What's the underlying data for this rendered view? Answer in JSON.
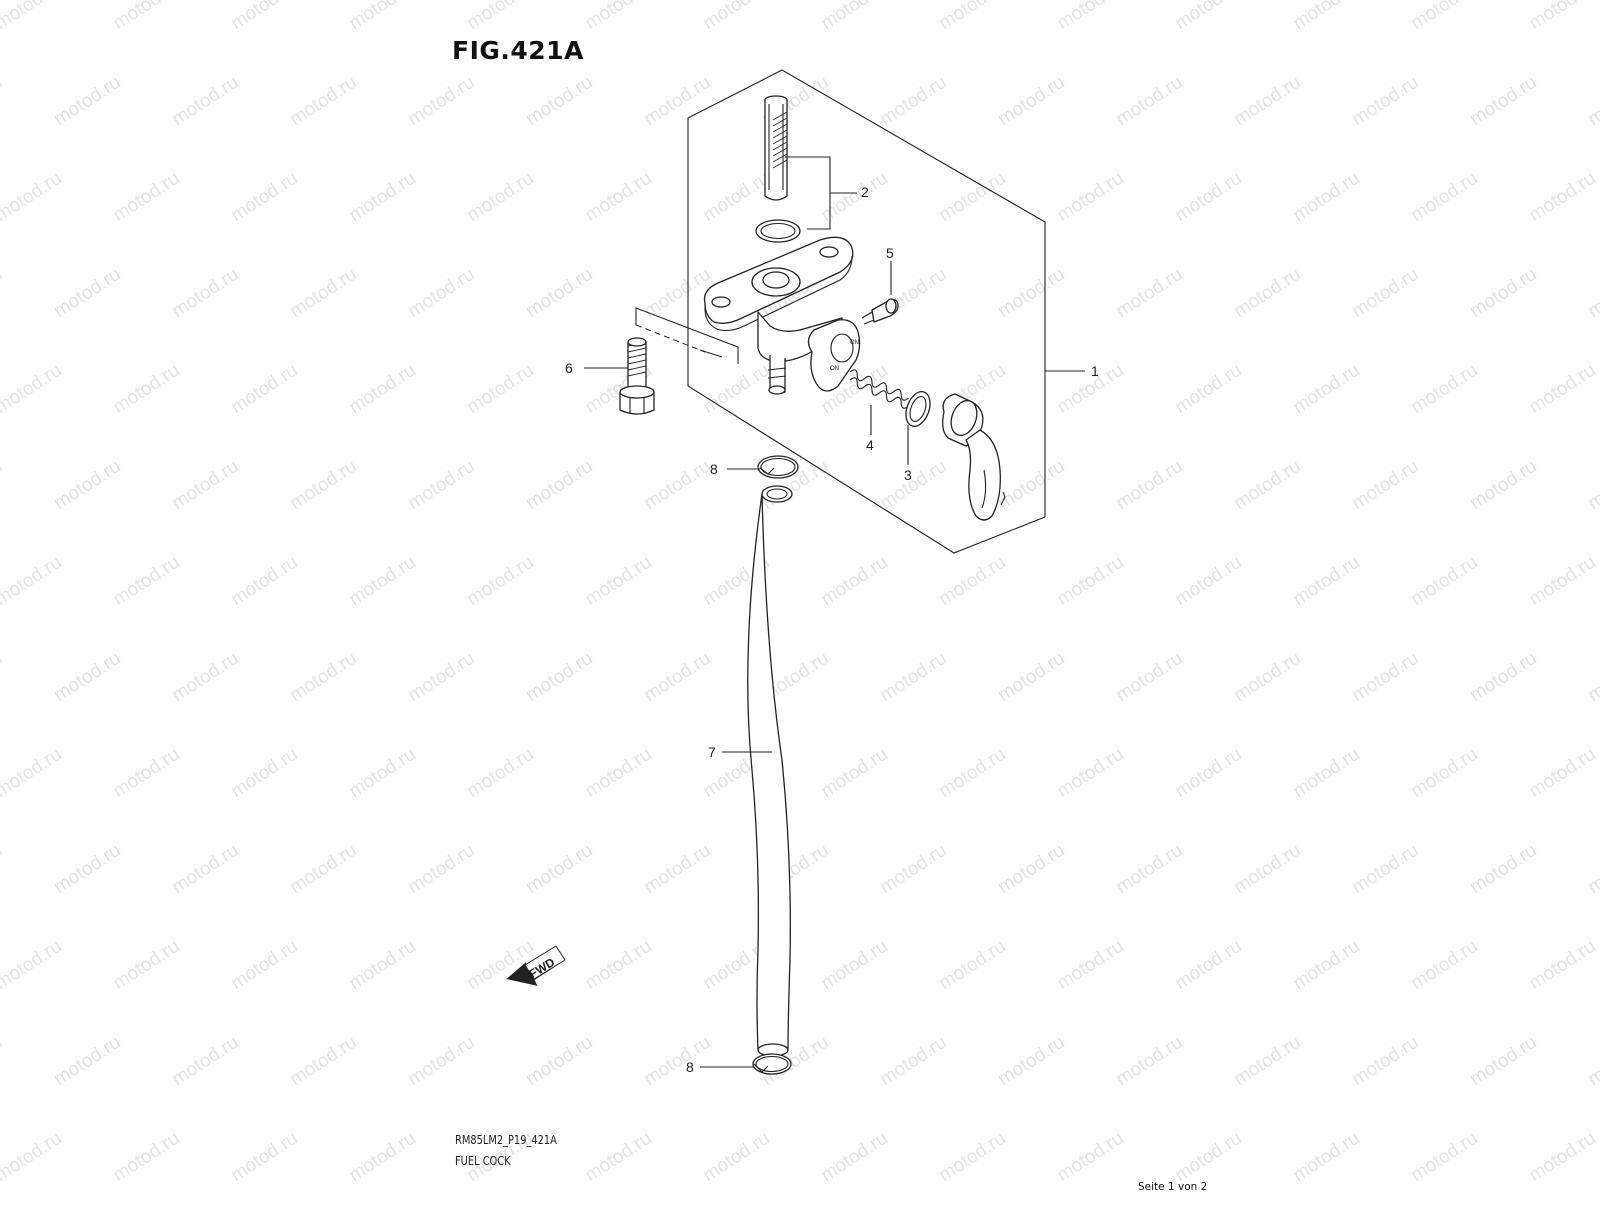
{
  "figure": {
    "title": "FIG.421A",
    "model_code": "RM85LM2_P19_421A",
    "section_name": "FUEL COCK",
    "page_info": "Seite 1 von 2"
  },
  "watermark": {
    "text": "motod.ru"
  },
  "direction_marker": {
    "label": "FWD",
    "icon": "fwd-arrow-icon"
  },
  "callouts": [
    {
      "id": "callout-1",
      "number": "1",
      "part": "fuel-cock-assembly"
    },
    {
      "id": "callout-2",
      "number": "2",
      "part": "strainer-and-o-ring"
    },
    {
      "id": "callout-3",
      "number": "3",
      "part": "o-ring"
    },
    {
      "id": "callout-4",
      "number": "4",
      "part": "spring"
    },
    {
      "id": "callout-5",
      "number": "5",
      "part": "screw"
    },
    {
      "id": "callout-6",
      "number": "6",
      "part": "bolt"
    },
    {
      "id": "callout-7",
      "number": "7",
      "part": "fuel-hose"
    },
    {
      "id": "callout-8a",
      "number": "8",
      "part": "hose-clamp-upper"
    },
    {
      "id": "callout-8b",
      "number": "8",
      "part": "hose-clamp-lower"
    }
  ]
}
